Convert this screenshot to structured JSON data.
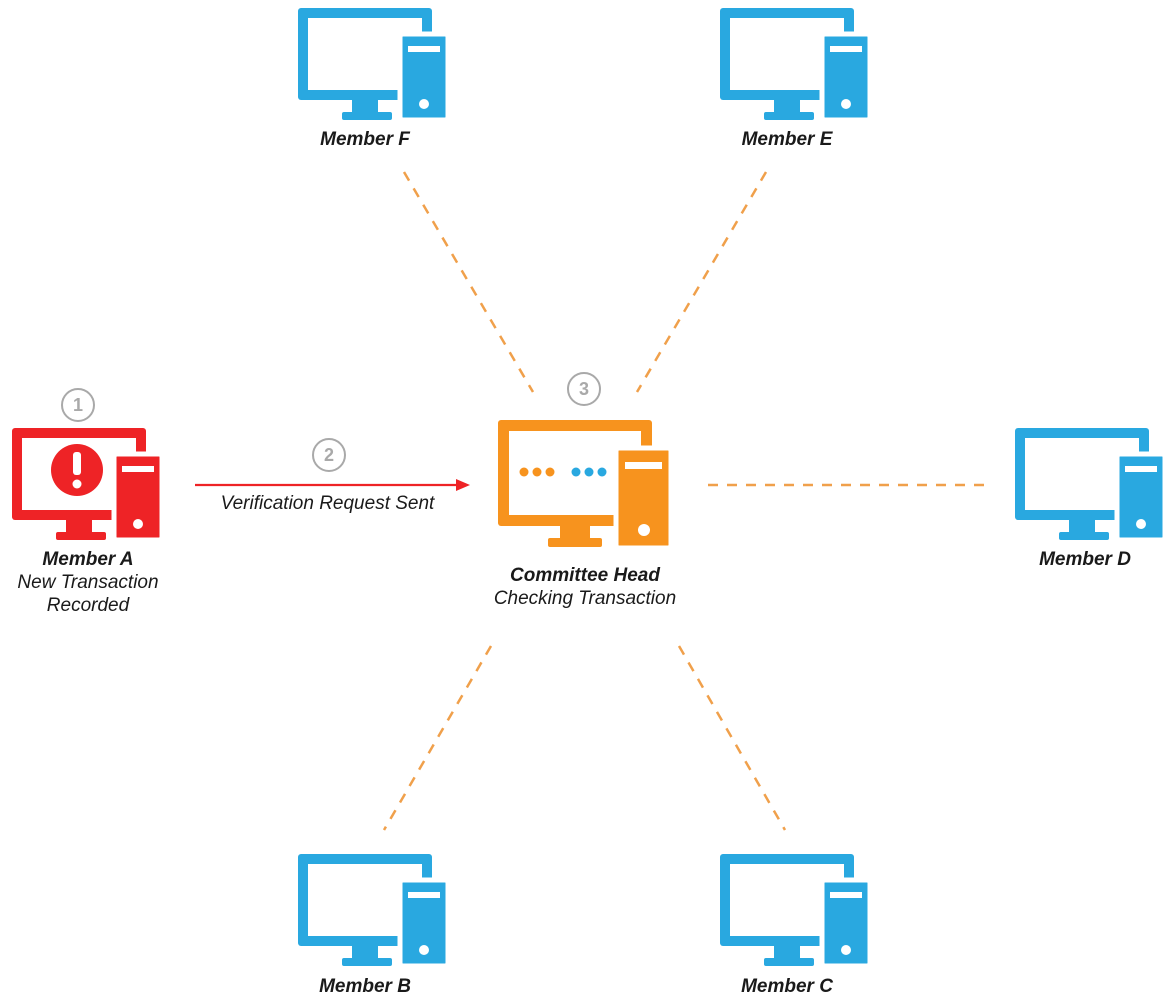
{
  "colors": {
    "member": "#29a8e0",
    "alert": "#ee2326",
    "head": "#f7931e",
    "link": "#f0a04b",
    "request": "#ee2326",
    "step": "#a9a9a9"
  },
  "nodes": {
    "member_a": {
      "name": "Member A",
      "line1": "New Transaction",
      "line2": "Recorded"
    },
    "head": {
      "name": "Committee Head",
      "status": "Checking Transaction"
    },
    "member_b": {
      "name": "Member B"
    },
    "member_c": {
      "name": "Member C"
    },
    "member_d": {
      "name": "Member D"
    },
    "member_e": {
      "name": "Member E"
    },
    "member_f": {
      "name": "Member F"
    }
  },
  "request": {
    "label": "Verification Request Sent"
  },
  "steps": [
    "1",
    "2",
    "3"
  ]
}
